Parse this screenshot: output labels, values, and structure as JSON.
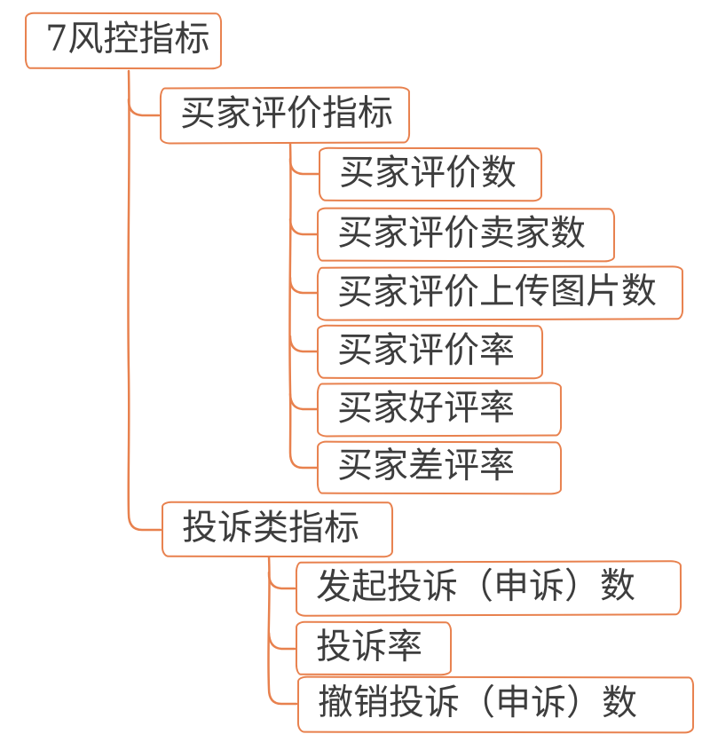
{
  "colors": {
    "line": "#e8814e",
    "text": "#3d3d3d",
    "bg": "#ffffff"
  },
  "diagram": {
    "type": "mindmap-tree",
    "root": {
      "label": "7风控指标"
    },
    "branches": [
      {
        "label": "买家评价指标",
        "children": [
          {
            "label": "买家评价数"
          },
          {
            "label": "买家评价卖家数"
          },
          {
            "label": "买家评价上传图片数"
          },
          {
            "label": "买家评价率"
          },
          {
            "label": "买家好评率"
          },
          {
            "label": "买家差评率"
          }
        ]
      },
      {
        "label": "投诉类指标",
        "children": [
          {
            "label": "发起投诉（申诉）数"
          },
          {
            "label": "投诉率"
          },
          {
            "label": "撤销投诉（申诉）数"
          }
        ]
      }
    ]
  }
}
